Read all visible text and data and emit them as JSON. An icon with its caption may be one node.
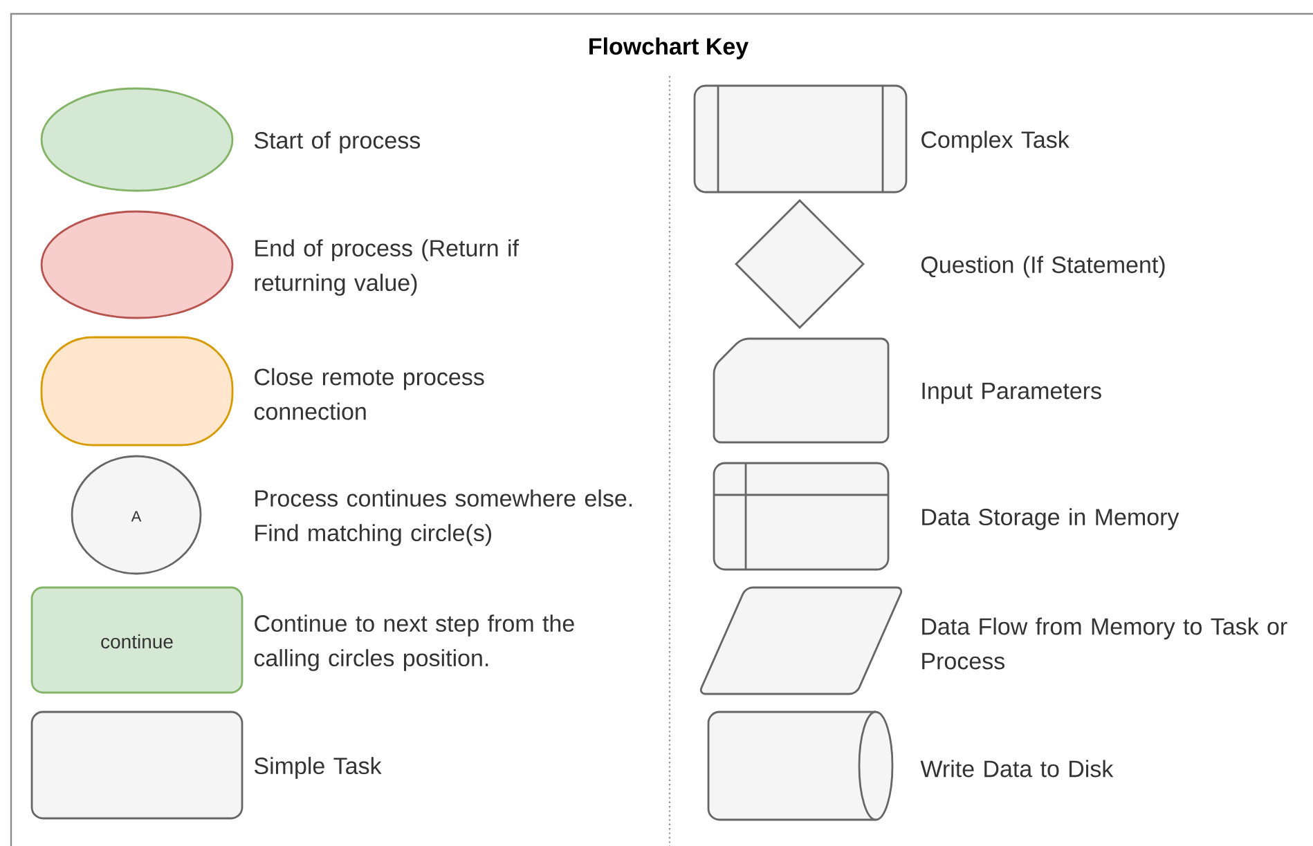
{
  "diagram": {
    "title": "Flowchart Key",
    "nodes": [
      {
        "text": [],
        "shape": "ellipse",
        "beside": [
          "Start of process"
        ]
      },
      {
        "text": [],
        "shape": "ellipse",
        "beside": [
          "End of process (Return if returning value)"
        ]
      },
      {
        "text": [],
        "shape": "stadium",
        "beside": [
          "Close remote process connection"
        ]
      },
      {
        "text": [
          "A"
        ],
        "beside": [
          "Process continues somewhere else. Find matching circle(s)"
        ]
      },
      {
        "text": [
          "continue"
        ],
        "beside": [
          "Continue to next step from the calling circles position."
        ]
      },
      {
        "text": [],
        "shape": "box",
        "beside": [
          "Simple Task"
        ]
      },
      {
        "text": [],
        "shape": "box",
        "beside": [
          "Complex Task"
        ]
      },
      {
        "text": [],
        "shape": "diamond",
        "beside": [
          "Question (If Statement)"
        ]
      },
      {
        "text": [],
        "shape": "card",
        "beside": [
          "Input Parameters"
        ]
      },
      {
        "text": [],
        "shape": "box",
        "beside": [
          "Data Storage in Memory"
        ]
      },
      {
        "text": [],
        "shape": "parallelogram",
        "beside": [
          "Data Flow from Memory to Task or Process"
        ]
      },
      {
        "text": [],
        "shape": "cylinder",
        "beside": [
          "Write Data to Disk"
        ]
      }
    ]
  }
}
